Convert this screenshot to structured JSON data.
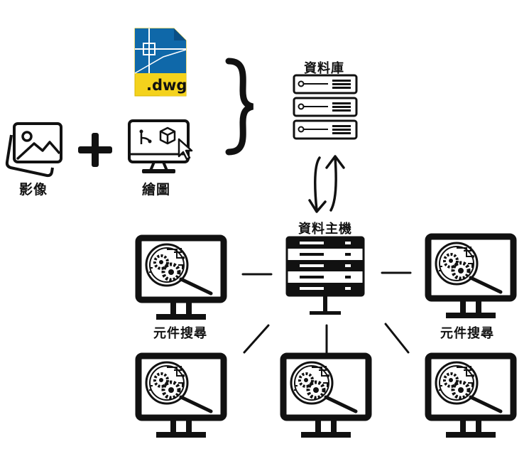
{
  "labels": {
    "image": "影像",
    "drawing": "繪圖",
    "database": "資料庫",
    "host": "資料主機",
    "search_left": "元件搜尋",
    "search_right": "元件搜尋",
    "dwg_ext": ".dwg"
  },
  "colors": {
    "dwg_blue": "#0f68a9",
    "dwg_yellow": "#f4d21c",
    "ink": "#111111",
    "screen": "#ffffff"
  },
  "icons": {
    "dwg": "dwg-file-icon",
    "photo": "image-stack-icon",
    "plus": "plus-icon",
    "drawing": "cad-monitor-icon",
    "brace": "right-brace-icon",
    "database": "database-server-icon",
    "sync": "bidirectional-arrows-icon",
    "host": "host-server-icon",
    "workstation": "component-search-monitor-icon"
  },
  "workstation_count": 5
}
